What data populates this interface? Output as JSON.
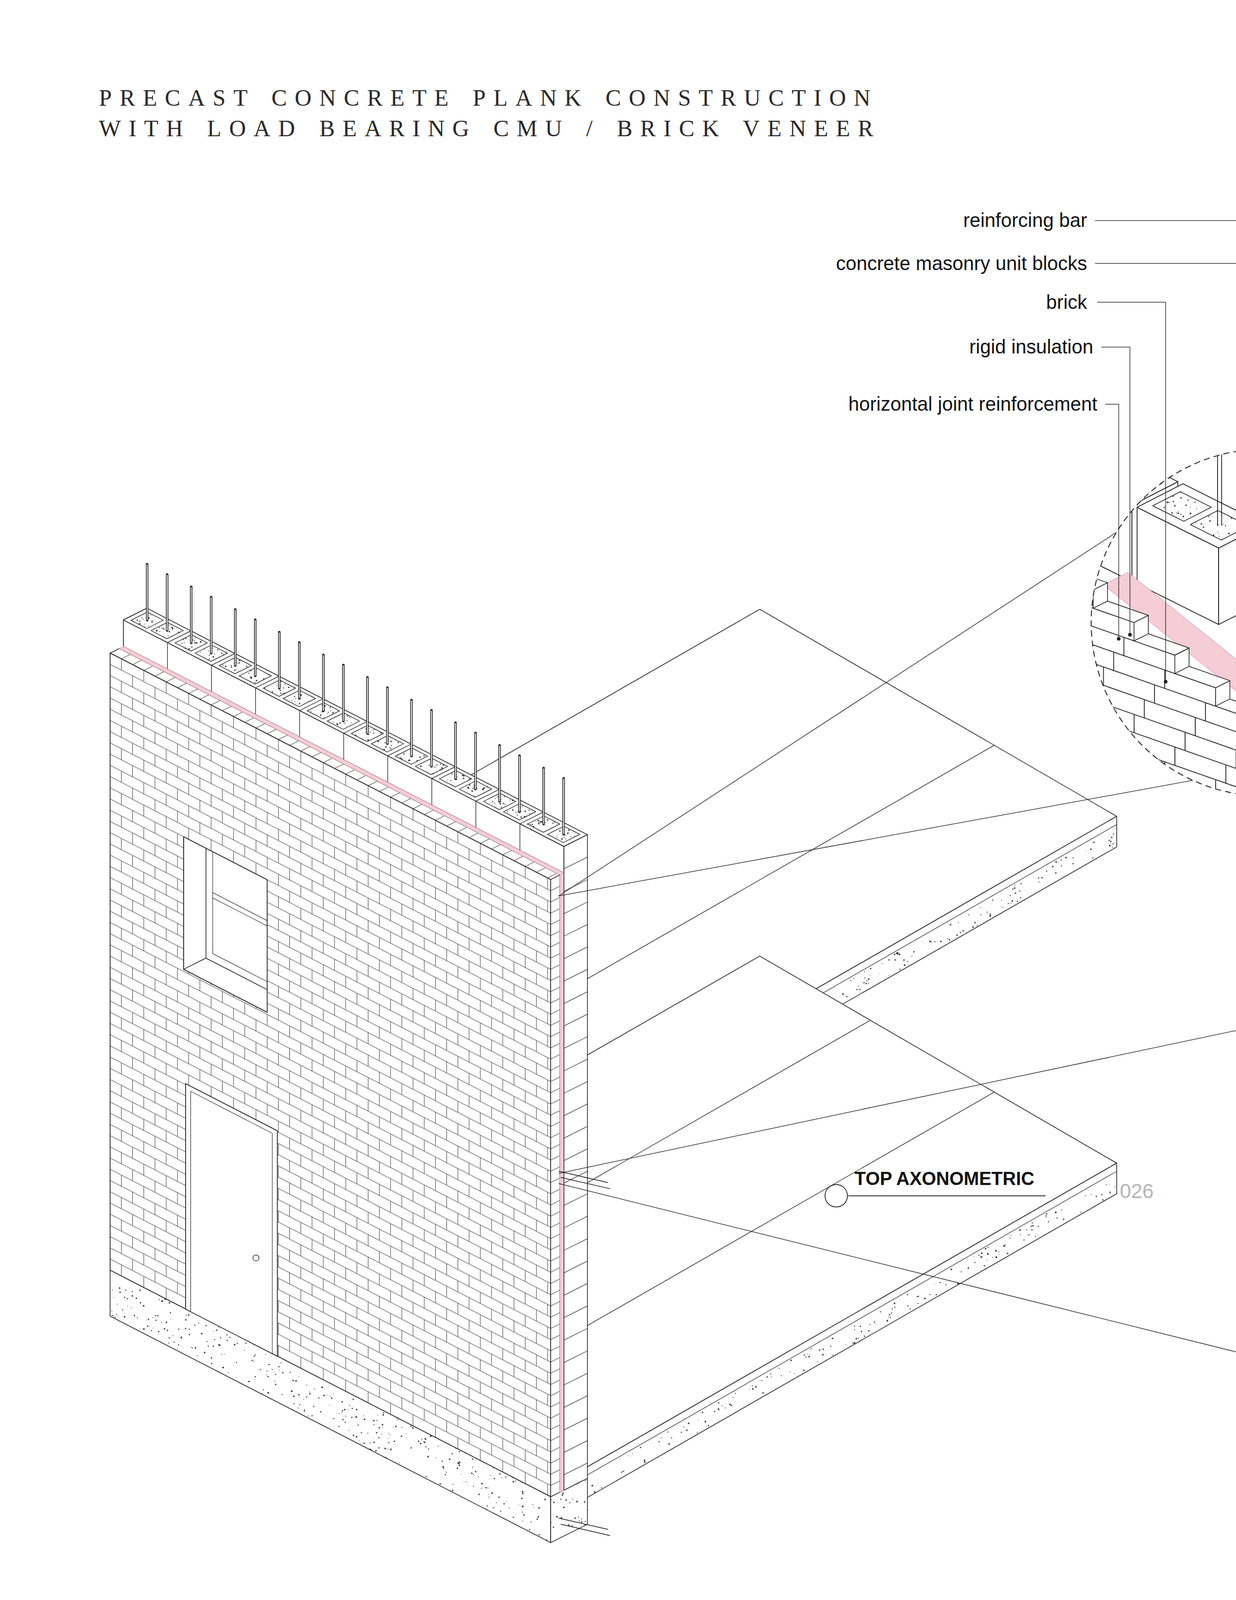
{
  "diagram": {
    "title": "PRECAST CONCRETE PLANK CONSTRUCTION WITH LOAD BEARING CMU / BRICK VENEER",
    "caption": "TOP AXONOMETRIC",
    "labels": [
      "reinforcing bar",
      "concrete masonry unit blocks",
      "brick",
      "rigid insulation",
      "horizontal joint reinforcement",
      "026"
    ]
  }
}
